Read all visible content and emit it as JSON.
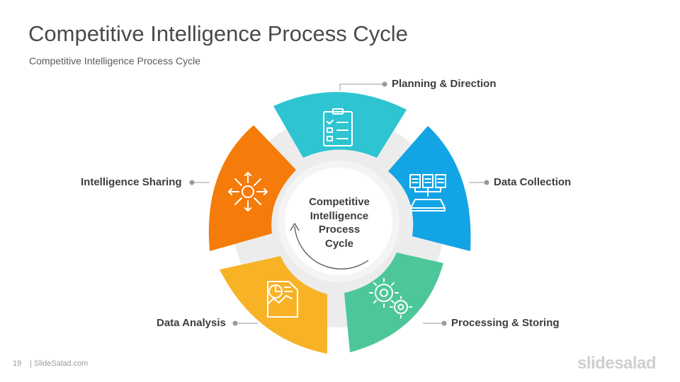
{
  "title": "Competitive Intelligence Process Cycle",
  "subtitle": "Competitive Intelligence Process Cycle",
  "center": {
    "line1": "Competitive",
    "line2": "Intelligence",
    "line3": "Process",
    "line4": "Cycle"
  },
  "steps": [
    {
      "label": "Planning & Direction",
      "color": "#2EC4D2",
      "icon": "clipboard-checklist-icon"
    },
    {
      "label": "Data Collection",
      "color": "#12A4E4",
      "icon": "documents-into-tray-icon"
    },
    {
      "label": "Processing & Storing",
      "color": "#4DC79A",
      "icon": "gears-icon"
    },
    {
      "label": "Data Analysis",
      "color": "#F8B226",
      "icon": "report-chart-icon"
    },
    {
      "label": "Intelligence Sharing",
      "color": "#F57C0A",
      "icon": "radiating-circle-icon"
    }
  ],
  "footer": {
    "page_number": "19",
    "site": "| SlideSalad.com",
    "brand": "slidesalad"
  }
}
